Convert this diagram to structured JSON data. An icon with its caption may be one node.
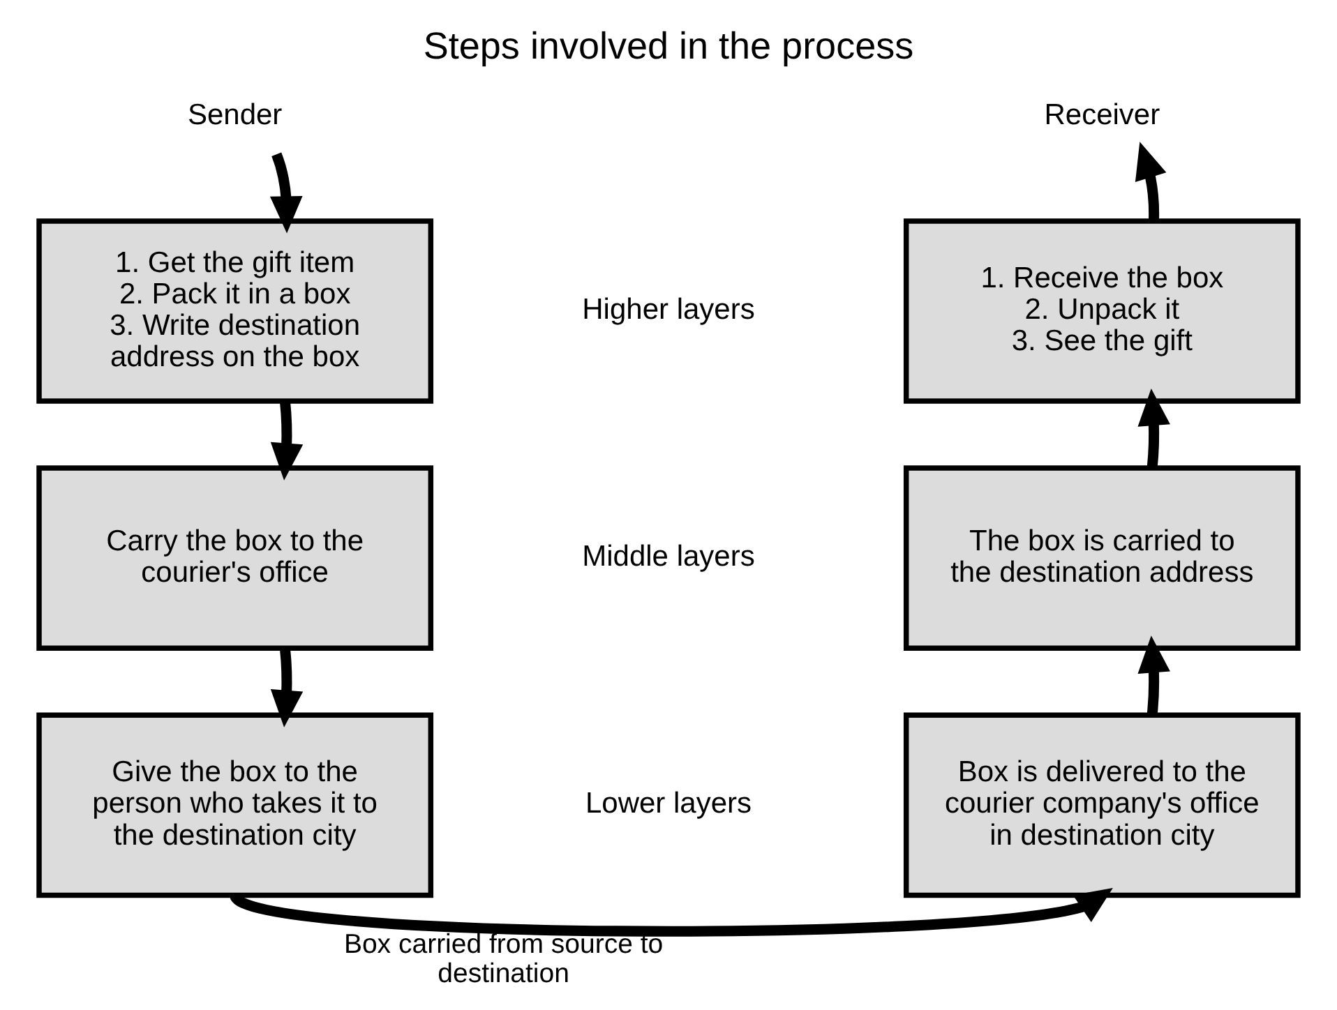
{
  "diagram": {
    "title": "Steps involved in the process",
    "nodes": [
      {
        "text": [
          "Sender"
        ]
      },
      {
        "text": [
          "1. Get the gift item 2. Pack it in a box 3. Write destination address on the box"
        ]
      },
      {
        "text": [
          "Carry the box to the courier's office"
        ]
      },
      {
        "text": [
          "Give the box to the person who takes it to the destination city"
        ]
      },
      {
        "text": [
          "Receiver"
        ]
      },
      {
        "text": [
          "1. Receive the box 2. Unpack it 3. See the gift"
        ]
      },
      {
        "text": [
          "The box is carried to the destination address"
        ]
      },
      {
        "text": [
          "Box is delivered to the courier company's office in destination city"
        ]
      }
    ],
    "edges": [
      {
        "from": 0,
        "to": 1,
        "arrow": "to"
      },
      {
        "from": 1,
        "to": 2,
        "arrow": "to"
      },
      {
        "from": 2,
        "to": 3,
        "arrow": "to"
      },
      {
        "from": 3,
        "to": 7,
        "arrow": "to",
        "label": "Box carried from source to destination"
      },
      {
        "from": 7,
        "to": 6,
        "arrow": "to"
      },
      {
        "from": 6,
        "to": 5,
        "arrow": "to"
      },
      {
        "from": 5,
        "to": 4,
        "arrow": "to"
      }
    ],
    "labels": [
      "Higher layers",
      "Middle layers",
      "Lower layers"
    ]
  }
}
